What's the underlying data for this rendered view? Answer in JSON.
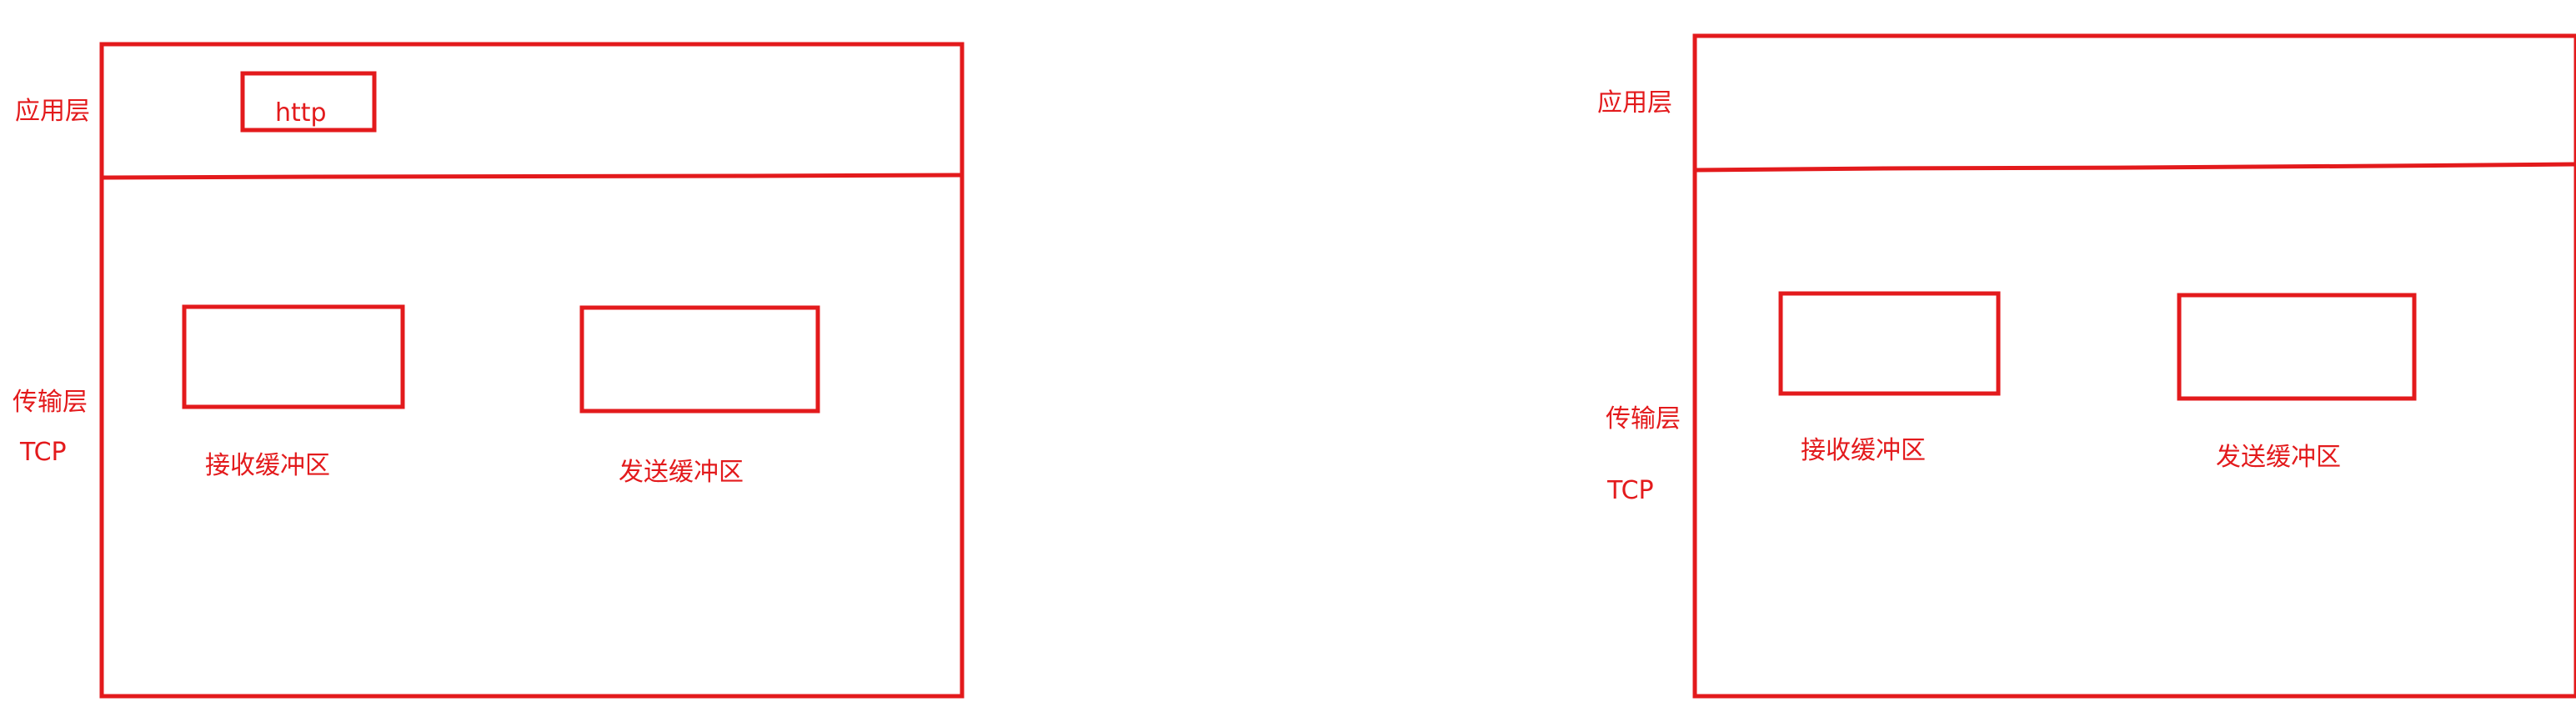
{
  "colors": {
    "stroke": "#e31a1c",
    "text": "#e31a1c",
    "background": "#ffffff"
  },
  "left_host": {
    "application_layer_label": "应用层",
    "protocol_label": "http",
    "transport_layer_label": "传输层",
    "tcp_label": "TCP",
    "receive_buffer_label": "接收缓冲区",
    "send_buffer_label": "发送缓冲区"
  },
  "right_host": {
    "application_layer_label": "应用层",
    "transport_layer_label": "传输层",
    "tcp_label": "TCP",
    "receive_buffer_label": "接收缓冲区",
    "send_buffer_label": "发送缓冲区"
  }
}
